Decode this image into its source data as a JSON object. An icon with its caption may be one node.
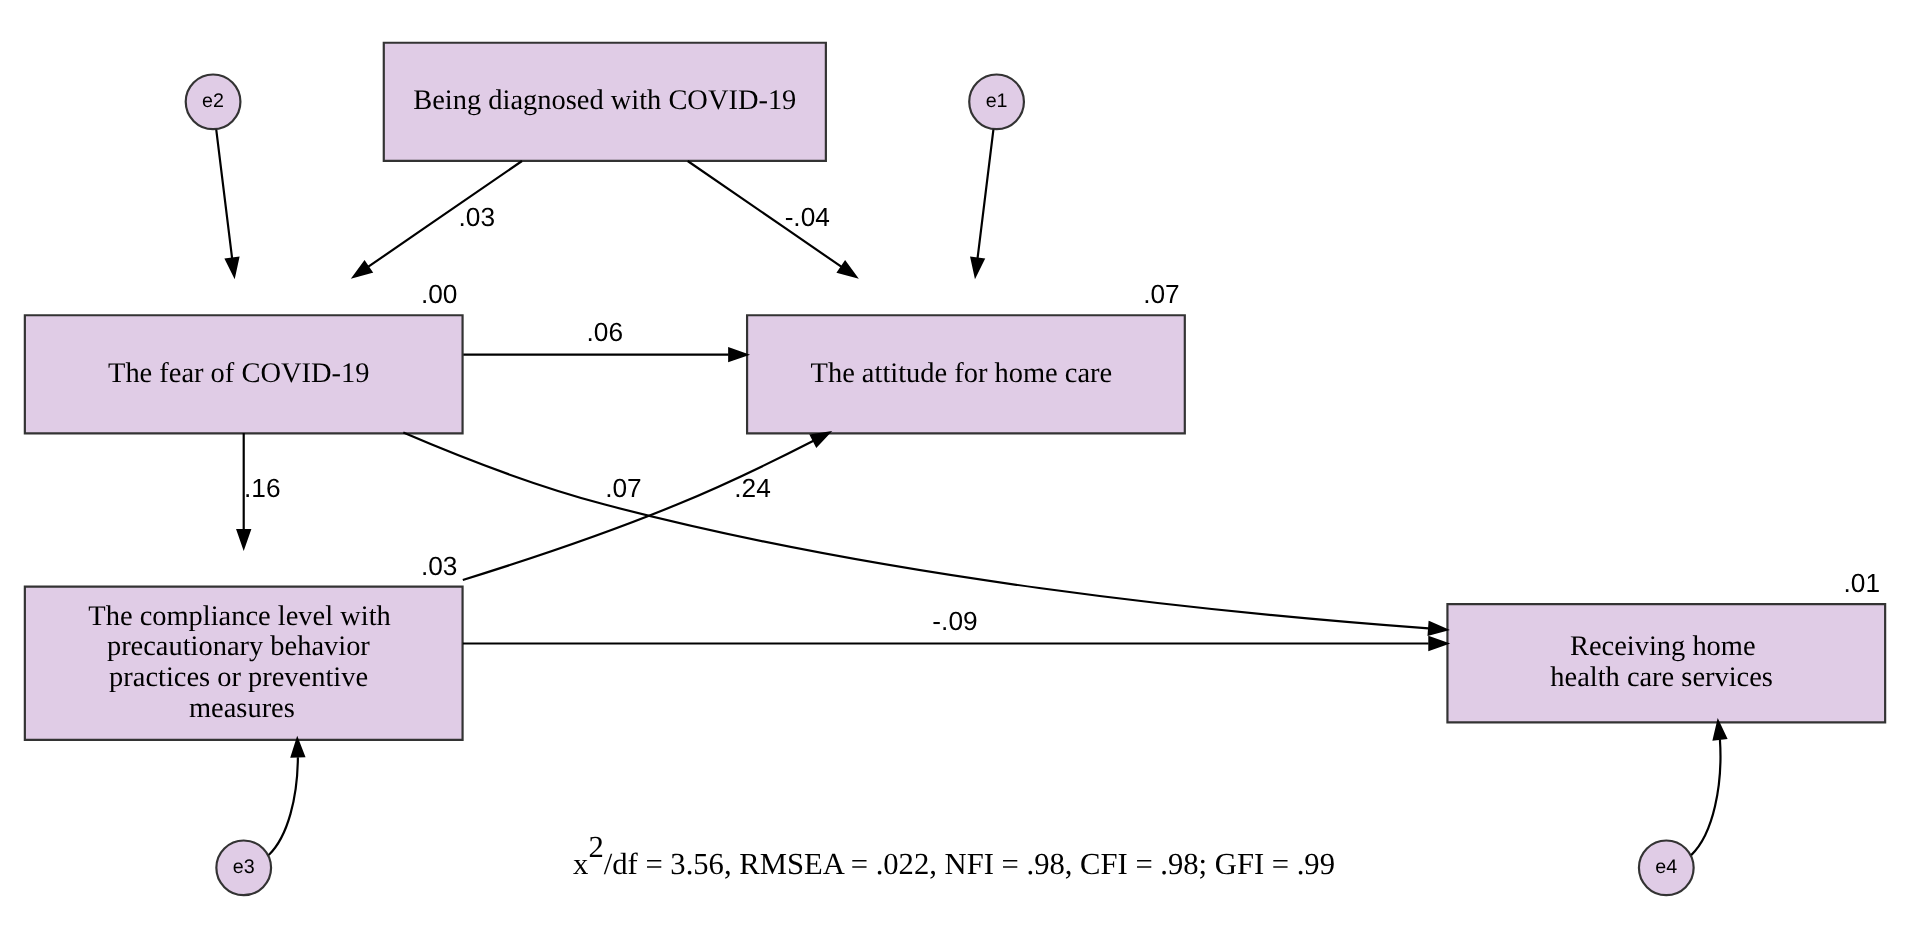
{
  "diagram": {
    "nodes": [
      {
        "text": [
          "Being diagnosed with COVID-19"
        ]
      },
      {
        "text": [
          "e2"
        ]
      },
      {
        "text": [
          "e1"
        ]
      },
      {
        "text": [
          "The fear of COVID-19"
        ],
        "beside": [
          ".00"
        ]
      },
      {
        "text": [
          "The attitude for home care"
        ],
        "beside": [
          ".07"
        ]
      },
      {
        "text": [
          "The compliance level with precautionary behavior practices or preventive measures"
        ],
        "beside": [
          ".03"
        ]
      },
      {
        "text": [
          "Receiving home health care services"
        ],
        "beside": [
          ".01"
        ]
      },
      {
        "text": [
          "e3"
        ]
      },
      {
        "text": [
          "e4"
        ]
      }
    ],
    "edges": [
      {
        "from": 0,
        "to": 3,
        "arrow": "to",
        "label": ".03"
      },
      {
        "from": 0,
        "to": 4,
        "arrow": "to",
        "label": "-.04"
      },
      {
        "from": 1,
        "to": 3,
        "arrow": "to"
      },
      {
        "from": 2,
        "to": 4,
        "arrow": "to"
      },
      {
        "from": 3,
        "to": 4,
        "arrow": "to",
        "label": ".06"
      },
      {
        "from": 3,
        "to": 6,
        "arrow": "to",
        "label": ".07"
      },
      {
        "from": 3,
        "to": 5,
        "arrow": "to",
        "label": ".16"
      },
      {
        "from": 5,
        "to": 4,
        "arrow": "to",
        "label": ".24"
      },
      {
        "from": 5,
        "to": 6,
        "arrow": "to",
        "label": "-.09"
      },
      {
        "from": 7,
        "to": 5,
        "arrow": "to"
      },
      {
        "from": 8,
        "to": 6,
        "arrow": "to"
      }
    ],
    "labels": [
      "x$^{2}$/df = 3.56, RMSEA = .022, NFI = .98, CFI = .98; GFI = .99"
    ]
  }
}
